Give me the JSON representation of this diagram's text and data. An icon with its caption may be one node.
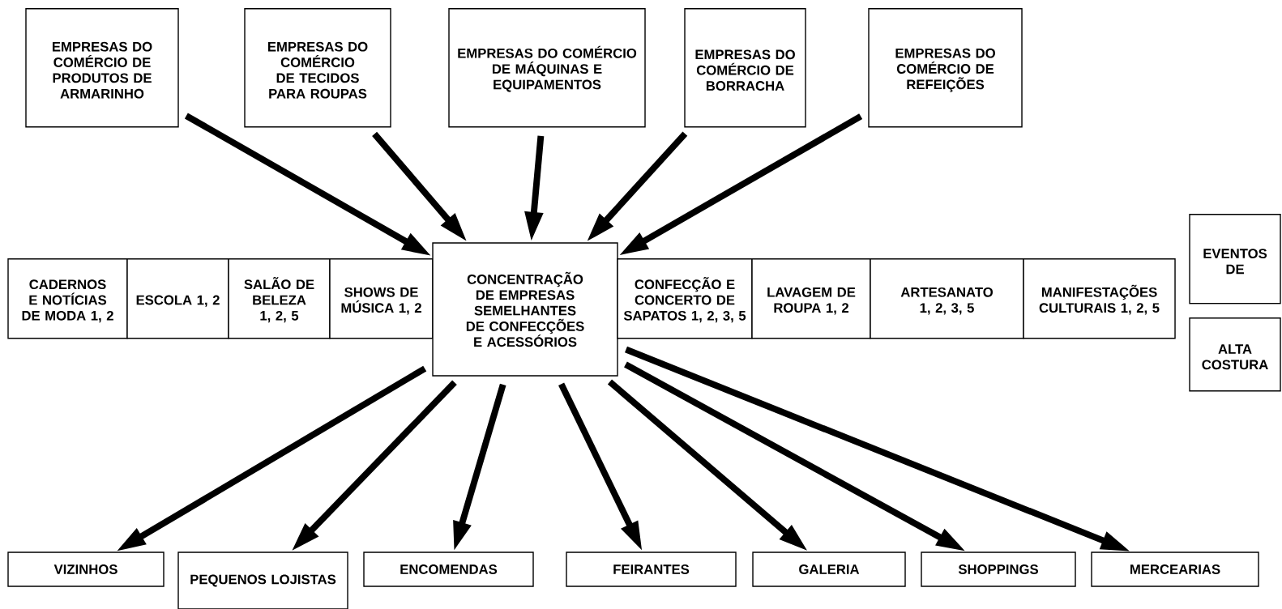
{
  "diagram": {
    "nodes": [
      {
        "text": [
          "EMPRESAS DO COMÉRCIO DE PRODUTOS DE ARMARINHO"
        ]
      },
      {
        "text": [
          "EMPRESAS DO COMÉRCIO DE TECIDOS PARA ROUPAS"
        ]
      },
      {
        "text": [
          "EMPRESAS DO COMÉRCIO DE MÁQUINAS E EQUIPAMENTOS"
        ]
      },
      {
        "text": [
          "EMPRESAS DO COMÉRCIO DE BORRACHA"
        ]
      },
      {
        "text": [
          "EMPRESAS DO COMÉRCIO DE REFEIÇÕES"
        ]
      },
      {
        "text": [
          "CADERNOS E NOTÍCIAS DE MODA 1, 2"
        ]
      },
      {
        "text": [
          "ESCOLA 1, 2"
        ]
      },
      {
        "text": [
          "SALÃO DE BELEZA 1, 2, 5"
        ]
      },
      {
        "text": [
          "SHOWS DE MÚSICA 1, 2"
        ]
      },
      {
        "text": [
          "CONCENTRAÇÃO DE EMPRESAS SEMELHANTES DE CONFECÇÕES E ACESSÓRIOS"
        ]
      },
      {
        "text": [
          "CONFECÇÃO E CONCERTO DE SAPATOS 1, 2, 3, 5"
        ]
      },
      {
        "text": [
          "LAVAGEM DE ROUPA 1, 2"
        ]
      },
      {
        "text": [
          "ARTESANATO 1, 2, 3, 5"
        ]
      },
      {
        "text": [
          "MANIFESTAÇÕES CULTURAIS 1, 2, 5"
        ]
      },
      {
        "text": [
          "EVENTOS DE"
        ]
      },
      {
        "text": [
          "ALTA COSTURA"
        ]
      },
      {
        "text": [
          "VIZINHOS"
        ]
      },
      {
        "text": [
          "PEQUENOS LOJISTAS"
        ]
      },
      {
        "text": [
          "ENCOMENDAS"
        ]
      },
      {
        "text": [
          "FEIRANTES"
        ]
      },
      {
        "text": [
          "GALERIA"
        ]
      },
      {
        "text": [
          "SHOPPINGS"
        ]
      },
      {
        "text": [
          "MERCEARIAS"
        ]
      }
    ],
    "edges": [
      {
        "from": 0,
        "to": 9,
        "arrow": "to"
      },
      {
        "from": 1,
        "to": 9,
        "arrow": "to"
      },
      {
        "from": 2,
        "to": 9,
        "arrow": "to"
      },
      {
        "from": 3,
        "to": 9,
        "arrow": "to"
      },
      {
        "from": 4,
        "to": 9,
        "arrow": "to"
      },
      {
        "from": 9,
        "to": 16,
        "arrow": "to"
      },
      {
        "from": 9,
        "to": 17,
        "arrow": "to"
      },
      {
        "from": 9,
        "to": 18,
        "arrow": "to"
      },
      {
        "from": 9,
        "to": 19,
        "arrow": "to"
      },
      {
        "from": 9,
        "to": 20,
        "arrow": "to"
      },
      {
        "from": 9,
        "to": 21,
        "arrow": "to"
      },
      {
        "from": 9,
        "to": 22,
        "arrow": "to"
      }
    ]
  }
}
